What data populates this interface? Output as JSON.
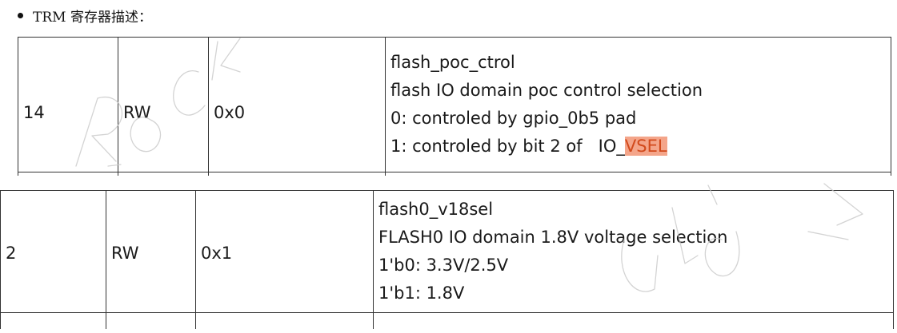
{
  "header": {
    "bullet_text": "TRM 寄存器描述："
  },
  "rows": [
    {
      "bit": "14",
      "attr": "RW",
      "reset": "0x0",
      "desc": {
        "name": "flash_poc_ctrol",
        "summary": "flash IO domain poc control selection",
        "opt0": "0: controled by gpio_0b5 pad",
        "opt1_prefix": "1: controled by bit 2 of   IO_",
        "opt1_highlight": "VSEL"
      }
    },
    {
      "bit": "2",
      "attr": "RW",
      "reset": "0x1",
      "desc": {
        "name": "flash0_v18sel",
        "summary": "FLASH0 IO domain 1.8V voltage selection",
        "opt0": "1'b0: 3.3V/2.5V",
        "opt1": "1'b1: 1.8V"
      }
    }
  ],
  "colors": {
    "highlight_bg": "#f4a58a",
    "highlight_text": "#d24a1c",
    "border": "#333333"
  }
}
